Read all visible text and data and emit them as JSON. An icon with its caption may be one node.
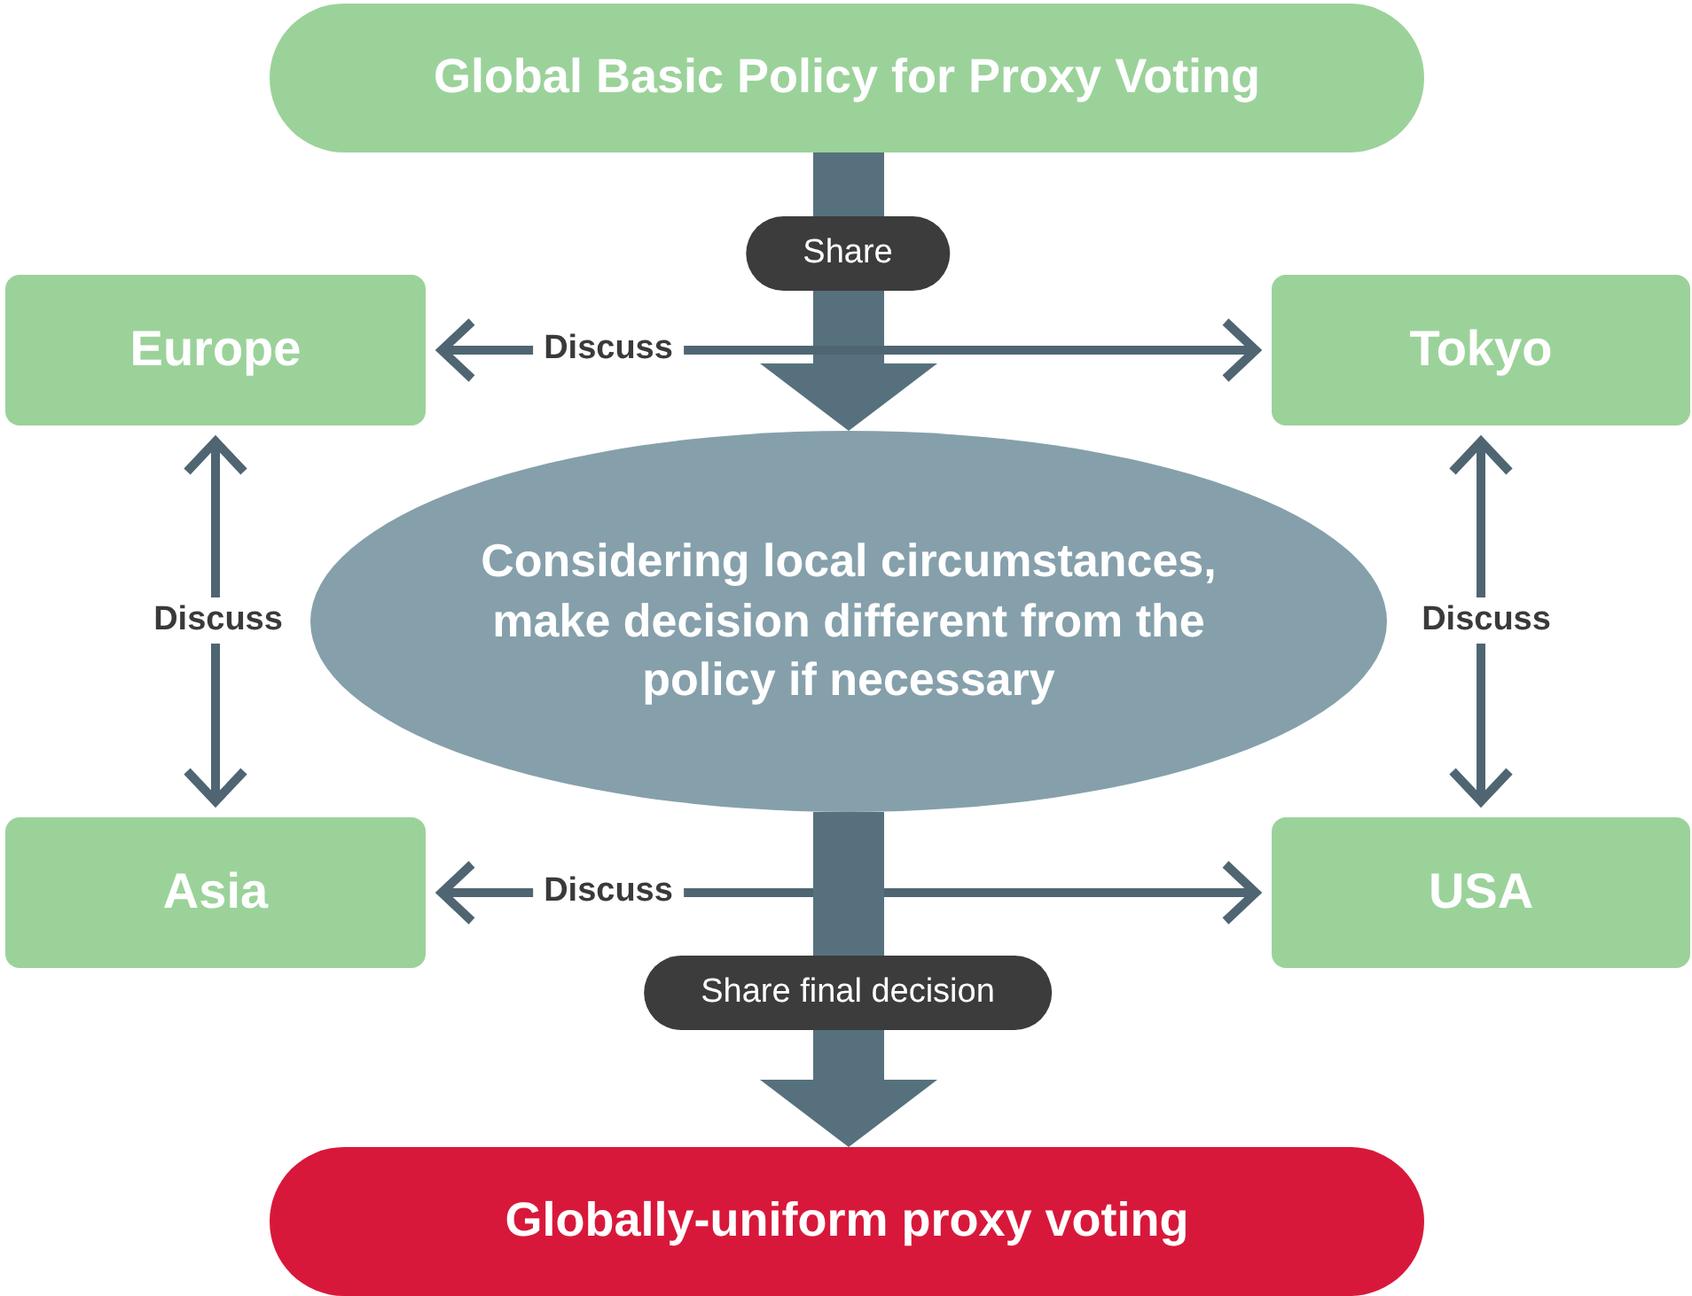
{
  "diagram": {
    "nodes": [
      {
        "text": [
          "Global Basic Policy for Proxy Voting"
        ]
      },
      {
        "text": [
          "Europe"
        ]
      },
      {
        "text": [
          "Tokyo"
        ]
      },
      {
        "text": [
          "Considering local circumstances, make decision different from the policy if necessary"
        ]
      },
      {
        "text": [
          "Asia"
        ]
      },
      {
        "text": [
          "USA"
        ]
      },
      {
        "text": [
          "Globally-uniform proxy voting"
        ]
      }
    ],
    "edges": [
      {
        "from": 0,
        "to": 3,
        "arrow": "to",
        "label": "Share",
        "style": "thick",
        "color": "#56717d"
      },
      {
        "from": 1,
        "to": 2,
        "arrow": "both",
        "label": "Discuss"
      },
      {
        "from": 1,
        "to": 4,
        "arrow": "both",
        "label": "Discuss"
      },
      {
        "from": 2,
        "to": 5,
        "arrow": "both",
        "label": "Discuss"
      },
      {
        "from": 4,
        "to": 5,
        "arrow": "both",
        "label": "Discuss"
      },
      {
        "from": 3,
        "to": 6,
        "arrow": "to",
        "label": "Share final decision",
        "style": "thick",
        "color": "#56717d"
      }
    ]
  }
}
